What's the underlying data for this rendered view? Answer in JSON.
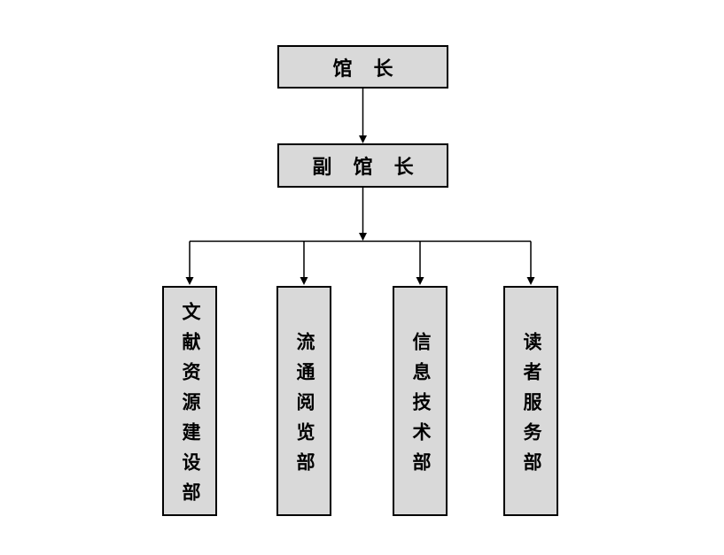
{
  "diagram": {
    "type": "org-chart",
    "background_color": "#ffffff",
    "box_fill_color": "#d9d9d9",
    "box_border_color": "#000000",
    "connector_color": "#000000",
    "text_color": "#000000",
    "nodes": {
      "director": {
        "label": "馆 长",
        "level": 1
      },
      "deputy_director": {
        "label": "副 馆 长",
        "level": 2
      },
      "departments": [
        {
          "label": "文献资源建设部",
          "level": 3
        },
        {
          "label": "流通阅览部",
          "level": 3
        },
        {
          "label": "信息技术部",
          "level": 3
        },
        {
          "label": "读者服务部",
          "level": 3
        }
      ]
    },
    "edges": [
      {
        "from": "director",
        "to": "deputy_director",
        "arrow": "down"
      },
      {
        "from": "deputy_director",
        "to": "文献资源建设部",
        "arrow": "down"
      },
      {
        "from": "deputy_director",
        "to": "流通阅览部",
        "arrow": "down"
      },
      {
        "from": "deputy_director",
        "to": "信息技术部",
        "arrow": "down"
      },
      {
        "from": "deputy_director",
        "to": "读者服务部",
        "arrow": "down"
      }
    ]
  }
}
